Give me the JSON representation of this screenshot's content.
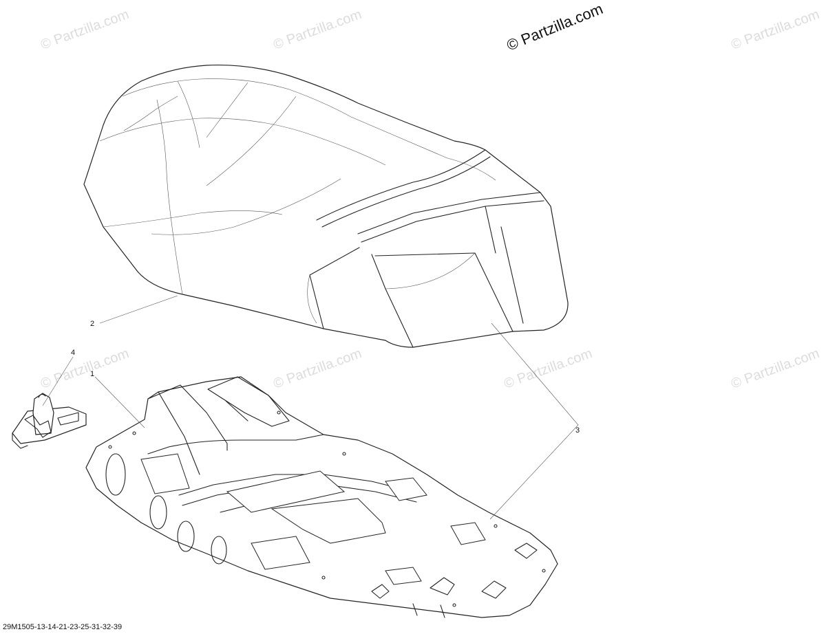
{
  "watermark": {
    "text": "© Partzilla.com",
    "copyright_text": "© Partzilla.com"
  },
  "callouts": {
    "part_1": "1",
    "part_2": "2",
    "part_3": "3",
    "part_4": "4"
  },
  "reference_code": "29M1505-13-14-21-23-25-31-32-39"
}
